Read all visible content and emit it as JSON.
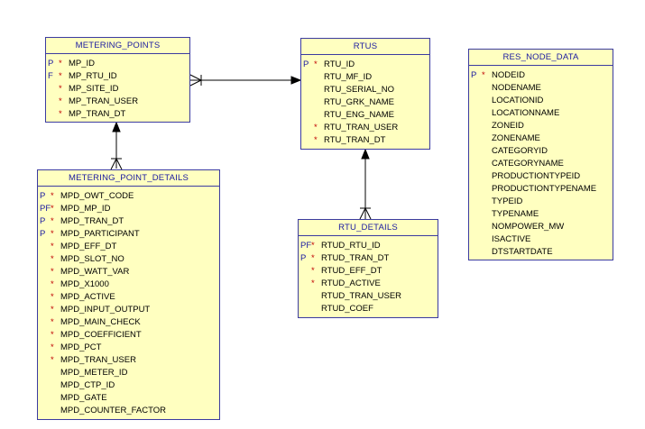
{
  "entities": [
    {
      "id": "metering-points",
      "title": "METERING_POINTS",
      "columns": [
        {
          "key": "P",
          "req": "*",
          "name": "MP_ID"
        },
        {
          "key": "F",
          "req": "*",
          "name": "MP_RTU_ID"
        },
        {
          "key": "",
          "req": "*",
          "name": "MP_SITE_ID"
        },
        {
          "key": "",
          "req": "*",
          "name": "MP_TRAN_USER"
        },
        {
          "key": "",
          "req": "*",
          "name": "MP_TRAN_DT"
        }
      ]
    },
    {
      "id": "rtus",
      "title": "RTUS",
      "columns": [
        {
          "key": "P",
          "req": "*",
          "name": "RTU_ID"
        },
        {
          "key": "",
          "req": "",
          "name": "RTU_MF_ID"
        },
        {
          "key": "",
          "req": "",
          "name": "RTU_SERIAL_NO"
        },
        {
          "key": "",
          "req": "",
          "name": "RTU_GRK_NAME"
        },
        {
          "key": "",
          "req": "",
          "name": "RTU_ENG_NAME"
        },
        {
          "key": "",
          "req": "*",
          "name": "RTU_TRAN_USER"
        },
        {
          "key": "",
          "req": "*",
          "name": "RTU_TRAN_DT"
        }
      ]
    },
    {
      "id": "res-node-data",
      "title": "RES_NODE_DATA",
      "columns": [
        {
          "key": "P",
          "req": "*",
          "name": "NODEID"
        },
        {
          "key": "",
          "req": "",
          "name": "NODENAME"
        },
        {
          "key": "",
          "req": "",
          "name": "LOCATIONID"
        },
        {
          "key": "",
          "req": "",
          "name": "LOCATIONNAME"
        },
        {
          "key": "",
          "req": "",
          "name": "ZONEID"
        },
        {
          "key": "",
          "req": "",
          "name": "ZONENAME"
        },
        {
          "key": "",
          "req": "",
          "name": "CATEGORYID"
        },
        {
          "key": "",
          "req": "",
          "name": "CATEGORYNAME"
        },
        {
          "key": "",
          "req": "",
          "name": "PRODUCTIONTYPEID"
        },
        {
          "key": "",
          "req": "",
          "name": "PRODUCTIONTYPENAME"
        },
        {
          "key": "",
          "req": "",
          "name": "TYPEID"
        },
        {
          "key": "",
          "req": "",
          "name": "TYPENAME"
        },
        {
          "key": "",
          "req": "",
          "name": "NOMPOWER_MW"
        },
        {
          "key": "",
          "req": "",
          "name": "ISACTIVE"
        },
        {
          "key": "",
          "req": "",
          "name": "DTSTARTDATE"
        }
      ]
    },
    {
      "id": "metering-point-details",
      "title": "METERING_POINT_DETAILS",
      "columns": [
        {
          "key": "P",
          "req": "*",
          "name": "MPD_OWT_CODE"
        },
        {
          "key": "PF",
          "req": "*",
          "name": "MPD_MP_ID"
        },
        {
          "key": "P",
          "req": "*",
          "name": "MPD_TRAN_DT"
        },
        {
          "key": "P",
          "req": "*",
          "name": "MPD_PARTICIPANT"
        },
        {
          "key": "",
          "req": "*",
          "name": "MPD_EFF_DT"
        },
        {
          "key": "",
          "req": "*",
          "name": "MPD_SLOT_NO"
        },
        {
          "key": "",
          "req": "*",
          "name": "MPD_WATT_VAR"
        },
        {
          "key": "",
          "req": "*",
          "name": "MPD_X1000"
        },
        {
          "key": "",
          "req": "*",
          "name": "MPD_ACTIVE"
        },
        {
          "key": "",
          "req": "*",
          "name": "MPD_INPUT_OUTPUT"
        },
        {
          "key": "",
          "req": "*",
          "name": "MPD_MAIN_CHECK"
        },
        {
          "key": "",
          "req": "*",
          "name": "MPD_COEFFICIENT"
        },
        {
          "key": "",
          "req": "*",
          "name": "MPD_PCT"
        },
        {
          "key": "",
          "req": "*",
          "name": "MPD_TRAN_USER"
        },
        {
          "key": "",
          "req": "",
          "name": "MPD_METER_ID"
        },
        {
          "key": "",
          "req": "",
          "name": "MPD_CTP_ID"
        },
        {
          "key": "",
          "req": "",
          "name": "MPD_GATE"
        },
        {
          "key": "",
          "req": "",
          "name": "MPD_COUNTER_FACTOR"
        }
      ]
    },
    {
      "id": "rtu-details",
      "title": "RTU_DETAILS",
      "columns": [
        {
          "key": "PF",
          "req": "*",
          "name": "RTUD_RTU_ID"
        },
        {
          "key": "P",
          "req": "*",
          "name": "RTUD_TRAN_DT"
        },
        {
          "key": "",
          "req": "*",
          "name": "RTUD_EFF_DT"
        },
        {
          "key": "",
          "req": "*",
          "name": "RTUD_ACTIVE"
        },
        {
          "key": "",
          "req": "",
          "name": "RTUD_TRAN_USER"
        },
        {
          "key": "",
          "req": "",
          "name": "RTUD_COEF"
        }
      ]
    }
  ],
  "colors": {
    "entity_fill": "#ffffc0",
    "entity_border": "#3b3ba0",
    "title_text": "#1a1aa0",
    "required_marker": "#c00000"
  }
}
